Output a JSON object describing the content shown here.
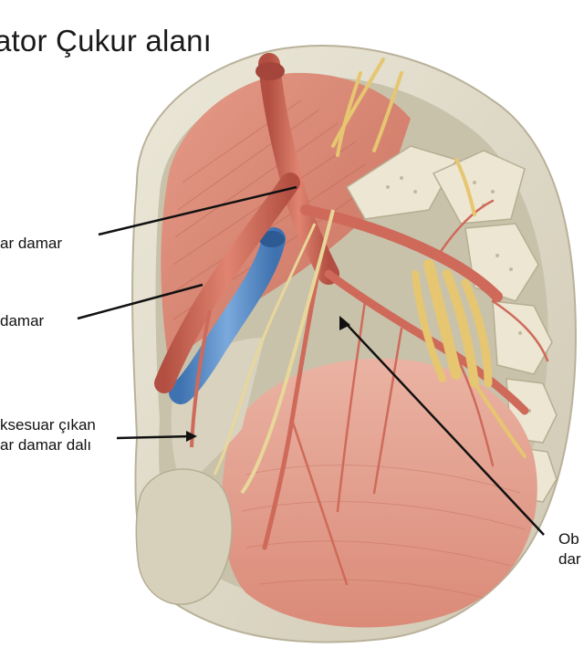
{
  "title": "ator Çukur alanı",
  "labels": {
    "label_1": "ar damar",
    "label_2": "damar",
    "label_3_line1": "ksesuar çıkan",
    "label_3_line2": "ar damar dalı",
    "label_4_line1": "Ob",
    "label_4_line2": "dar"
  },
  "colors": {
    "bone": "#e4dfcf",
    "muscle": "#d98674",
    "artery": "#cf6a5a",
    "vein": "#5b8fc9",
    "nerve": "#e6c670",
    "pointer": "#111111"
  }
}
